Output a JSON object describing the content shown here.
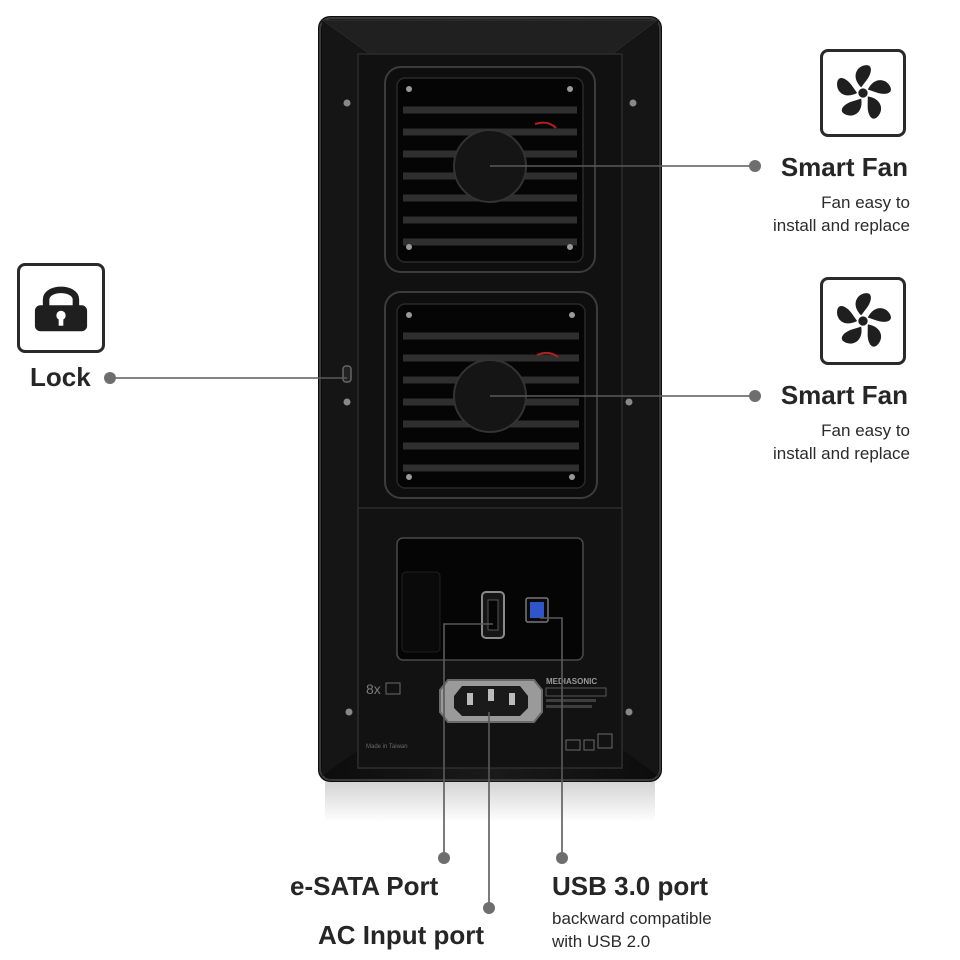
{
  "callouts": {
    "fan_top": {
      "title": "Smart Fan",
      "line1": "Fan easy to",
      "line2": "install and replace",
      "icon": "fan-icon"
    },
    "fan_bottom": {
      "title": "Smart Fan",
      "line1": "Fan easy to",
      "line2": "install and replace",
      "icon": "fan-icon"
    },
    "lock": {
      "title": "Lock",
      "icon": "padlock-icon"
    },
    "esata": {
      "title": "e-SATA Port"
    },
    "ac_input": {
      "title": "AC Input port"
    },
    "usb": {
      "title": "USB 3.0 port",
      "line1": "backward compatible",
      "line2": "with USB 2.0"
    }
  },
  "device_markings": {
    "brand": "MEDIASONIC",
    "bay_count": "8x",
    "origin": "Made in Taiwan"
  },
  "colors": {
    "enclosure": "#141414",
    "usb_port": "#2f56c9",
    "leader_line": "#5a5a5a"
  }
}
